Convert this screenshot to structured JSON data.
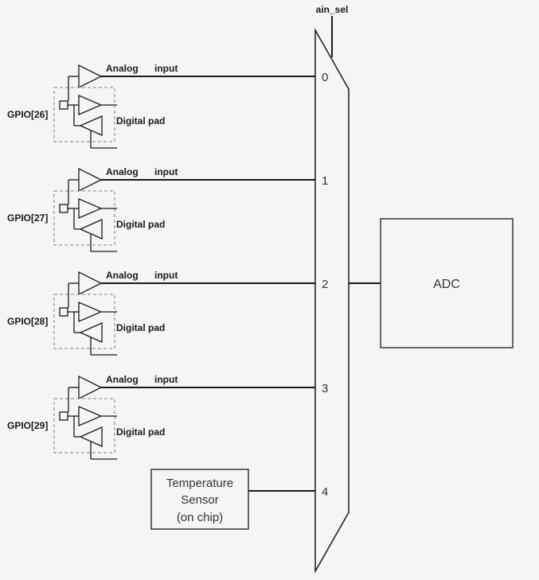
{
  "mux": {
    "select_label": "ain_sel",
    "inputs": [
      "0",
      "1",
      "2",
      "3",
      "4"
    ]
  },
  "channels": [
    {
      "gpio": "GPIO[26]",
      "analog_label": "Analog",
      "input_label": "input",
      "digital_label": "Digital pad"
    },
    {
      "gpio": "GPIO[27]",
      "analog_label": "Analog",
      "input_label": "input",
      "digital_label": "Digital pad"
    },
    {
      "gpio": "GPIO[28]",
      "analog_label": "Analog",
      "input_label": "input",
      "digital_label": "Digital pad"
    },
    {
      "gpio": "GPIO[29]",
      "analog_label": "Analog",
      "input_label": "input",
      "digital_label": "Digital pad"
    }
  ],
  "temp_sensor": {
    "lines": [
      "Temperature",
      "Sensor",
      "(on chip)"
    ]
  },
  "adc": {
    "label": "ADC"
  }
}
